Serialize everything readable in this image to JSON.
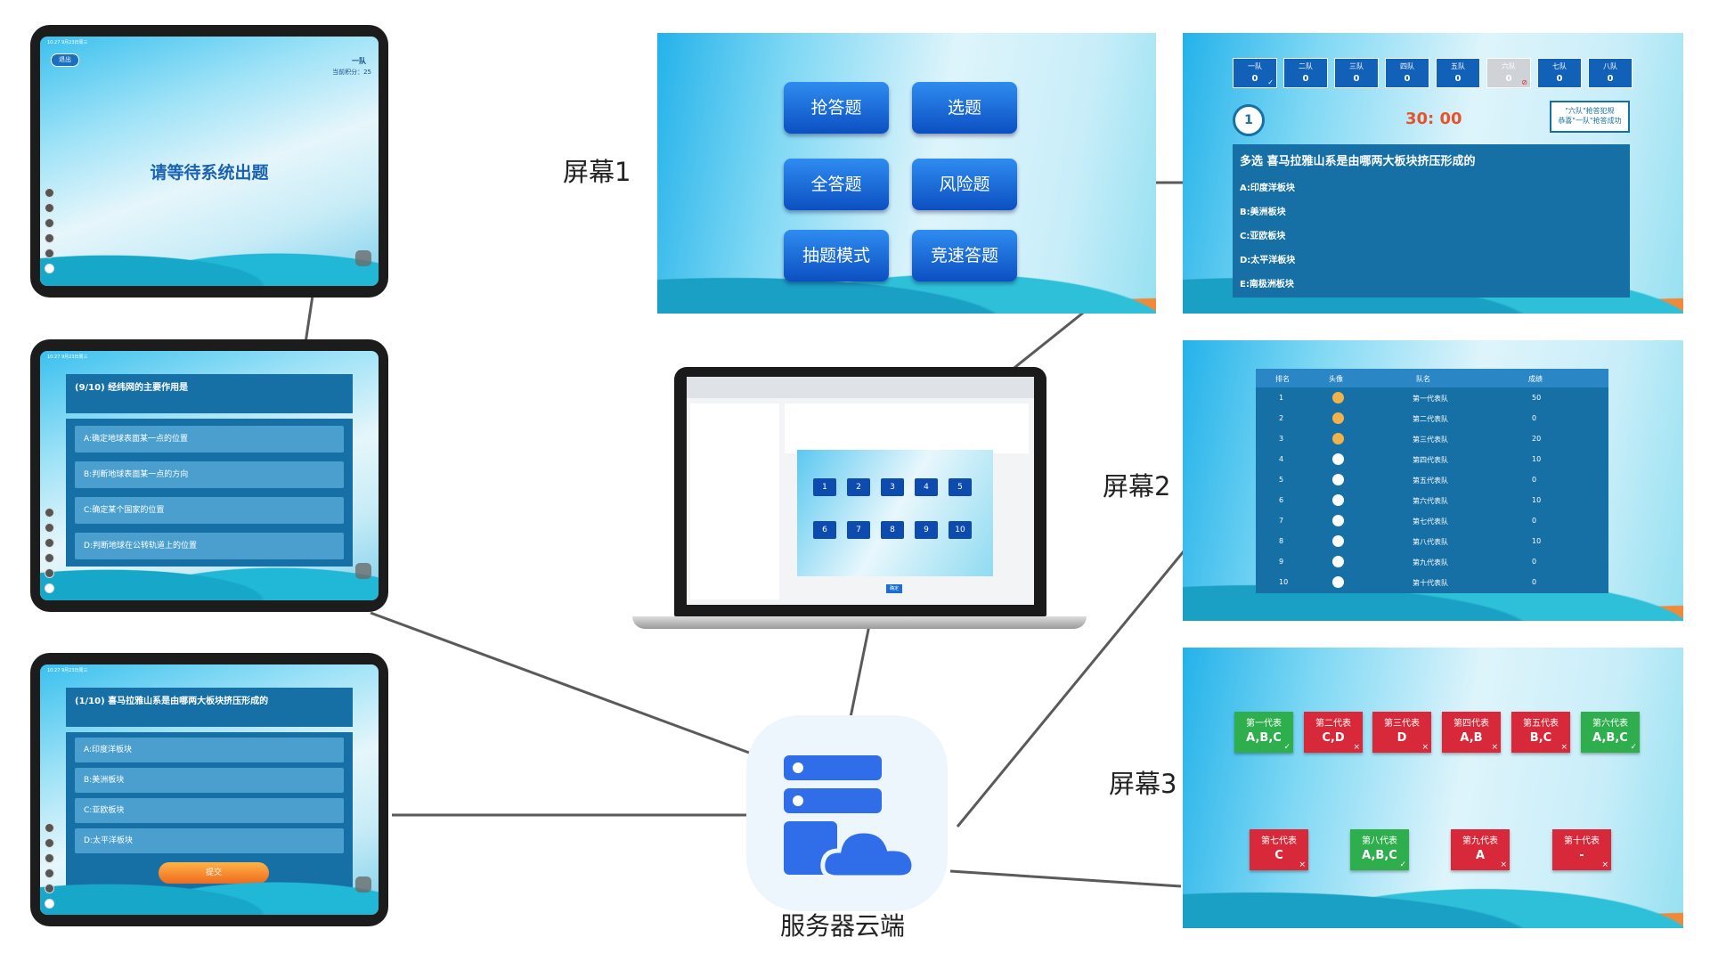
{
  "labels": {
    "screen1": "屏幕1",
    "screen2": "屏幕2",
    "screen3": "屏幕3",
    "server": "服务器云端"
  },
  "tablet1": {
    "status_time": "10:27 9月23日周三",
    "back_button": "退出",
    "team": "一队",
    "score_label": "当前积分：",
    "score_value": "25",
    "wait_text": "请等待系统出题"
  },
  "tablet2": {
    "status_time": "10:27 9月23日周三",
    "question": "(9/10) 经纬网的主要作用是",
    "options": [
      "A:确定地球表面某一点的位置",
      "B:判断地球表面某一点的方向",
      "C:确定某个国家的位置",
      "D:判断地球在公转轨道上的位置"
    ]
  },
  "tablet3": {
    "status_time": "10:27 9月23日周三",
    "question": "(1/10) 喜马拉雅山系是由哪两大板块挤压形成的",
    "options": [
      "A:印度洋板块",
      "B:美洲板块",
      "C:亚欧板块",
      "D:太平洋板块"
    ],
    "submit": "提交"
  },
  "screen1": {
    "buttons": [
      "抢答题",
      "选题",
      "全答题",
      "风险题",
      "抽题模式",
      "竞速答题"
    ]
  },
  "quiz_screen": {
    "teams": [
      {
        "name": "一队",
        "score": "0",
        "mark": "✓"
      },
      {
        "name": "二队",
        "score": "0",
        "mark": ""
      },
      {
        "name": "三队",
        "score": "0",
        "mark": ""
      },
      {
        "name": "四队",
        "score": "0",
        "mark": ""
      },
      {
        "name": "五队",
        "score": "0",
        "mark": ""
      },
      {
        "name": "六队",
        "score": "0",
        "mark": "⊘"
      },
      {
        "name": "七队",
        "score": "0",
        "mark": ""
      },
      {
        "name": "八队",
        "score": "0",
        "mark": ""
      }
    ],
    "question_number": "1",
    "timer": "30: 00",
    "notice_line1": "\"六队\"抢答犯规",
    "notice_line2": "恭喜\"一队\"抢答成功",
    "question": "多选 喜马拉雅山系是由哪两大板块挤压形成的",
    "options": [
      "A:印度洋板块",
      "B:美洲板块",
      "C:亚欧板块",
      "D:太平洋板块",
      "E:南极洲板块"
    ]
  },
  "screen2": {
    "headers": [
      "排名",
      "头像",
      "队名",
      "成绩"
    ],
    "rows": [
      {
        "rank": "1",
        "name": "第一代表队",
        "score": "50"
      },
      {
        "rank": "2",
        "name": "第二代表队",
        "score": "0"
      },
      {
        "rank": "3",
        "name": "第三代表队",
        "score": "20"
      },
      {
        "rank": "4",
        "name": "第四代表队",
        "score": "10"
      },
      {
        "rank": "5",
        "name": "第五代表队",
        "score": "0"
      },
      {
        "rank": "6",
        "name": "第六代表队",
        "score": "10"
      },
      {
        "rank": "7",
        "name": "第七代表队",
        "score": "0"
      },
      {
        "rank": "8",
        "name": "第八代表队",
        "score": "10"
      },
      {
        "rank": "9",
        "name": "第九代表队",
        "score": "0"
      },
      {
        "rank": "10",
        "name": "第十代表队",
        "score": "0"
      }
    ]
  },
  "screen3": {
    "cards": [
      {
        "team": "第一代表",
        "answer": "A,B,C",
        "mark": "✓",
        "color": "#2fae4e"
      },
      {
        "team": "第二代表",
        "answer": "C,D",
        "mark": "×",
        "color": "#d8293a"
      },
      {
        "team": "第三代表",
        "answer": "D",
        "mark": "×",
        "color": "#d8293a"
      },
      {
        "team": "第四代表",
        "answer": "A,B",
        "mark": "×",
        "color": "#d8293a"
      },
      {
        "team": "第五代表",
        "answer": "B,C",
        "mark": "×",
        "color": "#d8293a"
      },
      {
        "team": "第六代表",
        "answer": "A,B,C",
        "mark": "✓",
        "color": "#2fae4e"
      },
      {
        "team": "第七代表",
        "answer": "C",
        "mark": "×",
        "color": "#d8293a"
      },
      {
        "team": "第八代表",
        "answer": "A,B,C",
        "mark": "✓",
        "color": "#2fae4e"
      },
      {
        "team": "第九代表",
        "answer": "A",
        "mark": "×",
        "color": "#d8293a"
      },
      {
        "team": "第十代表",
        "answer": "-",
        "mark": "×",
        "color": "#d8293a"
      }
    ]
  },
  "laptop": {
    "numbers": [
      "1",
      "2",
      "3",
      "4",
      "5",
      "6",
      "7",
      "8",
      "9",
      "10"
    ],
    "confirm": "确定"
  }
}
